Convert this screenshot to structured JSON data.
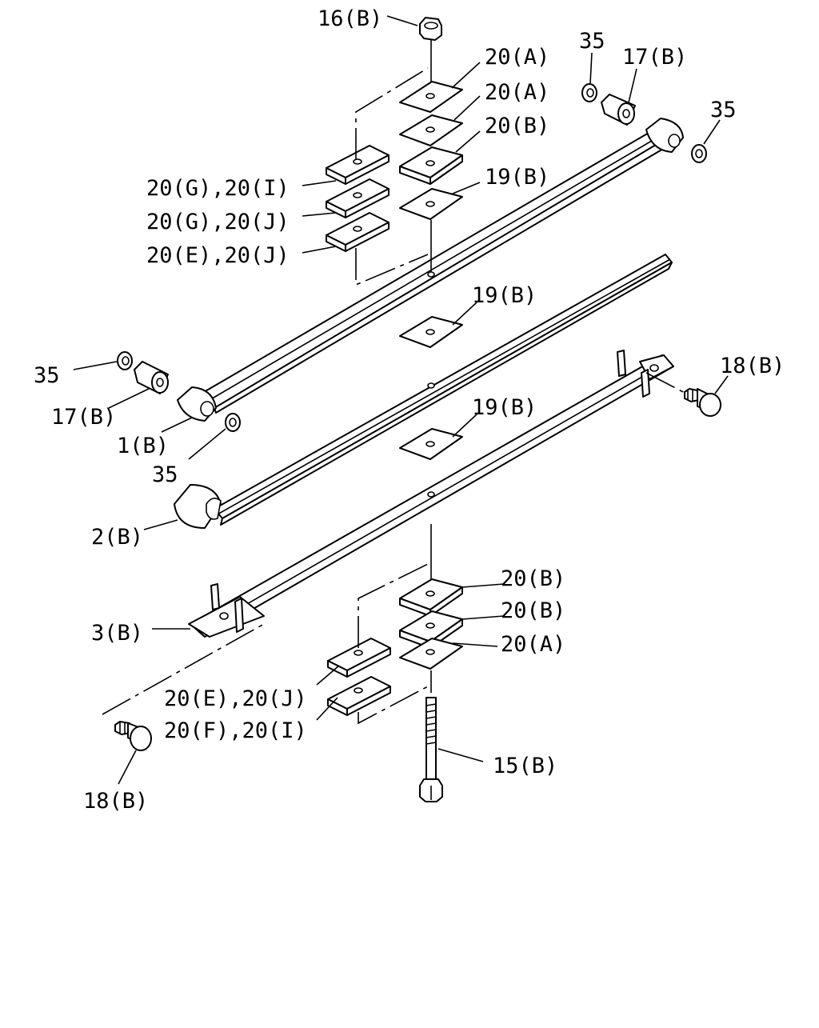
{
  "labels": {
    "l16b": "16(B)",
    "l20a_1": "20(A)",
    "l20a_2": "20(A)",
    "l20b_1": "20(B)",
    "l19b_1": "19(B)",
    "l20gi": "20(G),20(I)",
    "l20gj": "20(G),20(J)",
    "l20ej_1": "20(E),20(J)",
    "l35_tr1": "35",
    "l17b_tr": "17(B)",
    "l35_tr2": "35",
    "l19b_2": "19(B)",
    "l35_l": "35",
    "l17b_l": "17(B)",
    "l1b": "1(B)",
    "l35_m": "35",
    "l19b_3": "19(B)",
    "l18b_r": "18(B)",
    "l2b": "2(B)",
    "l20b_2": "20(B)",
    "l20b_3": "20(B)",
    "l20a_3": "20(A)",
    "l3b": "3(B)",
    "l20ej_2": "20(E),20(J)",
    "l20fi": "20(F),20(I)",
    "l18b_l": "18(B)",
    "l15b": "15(B)"
  }
}
